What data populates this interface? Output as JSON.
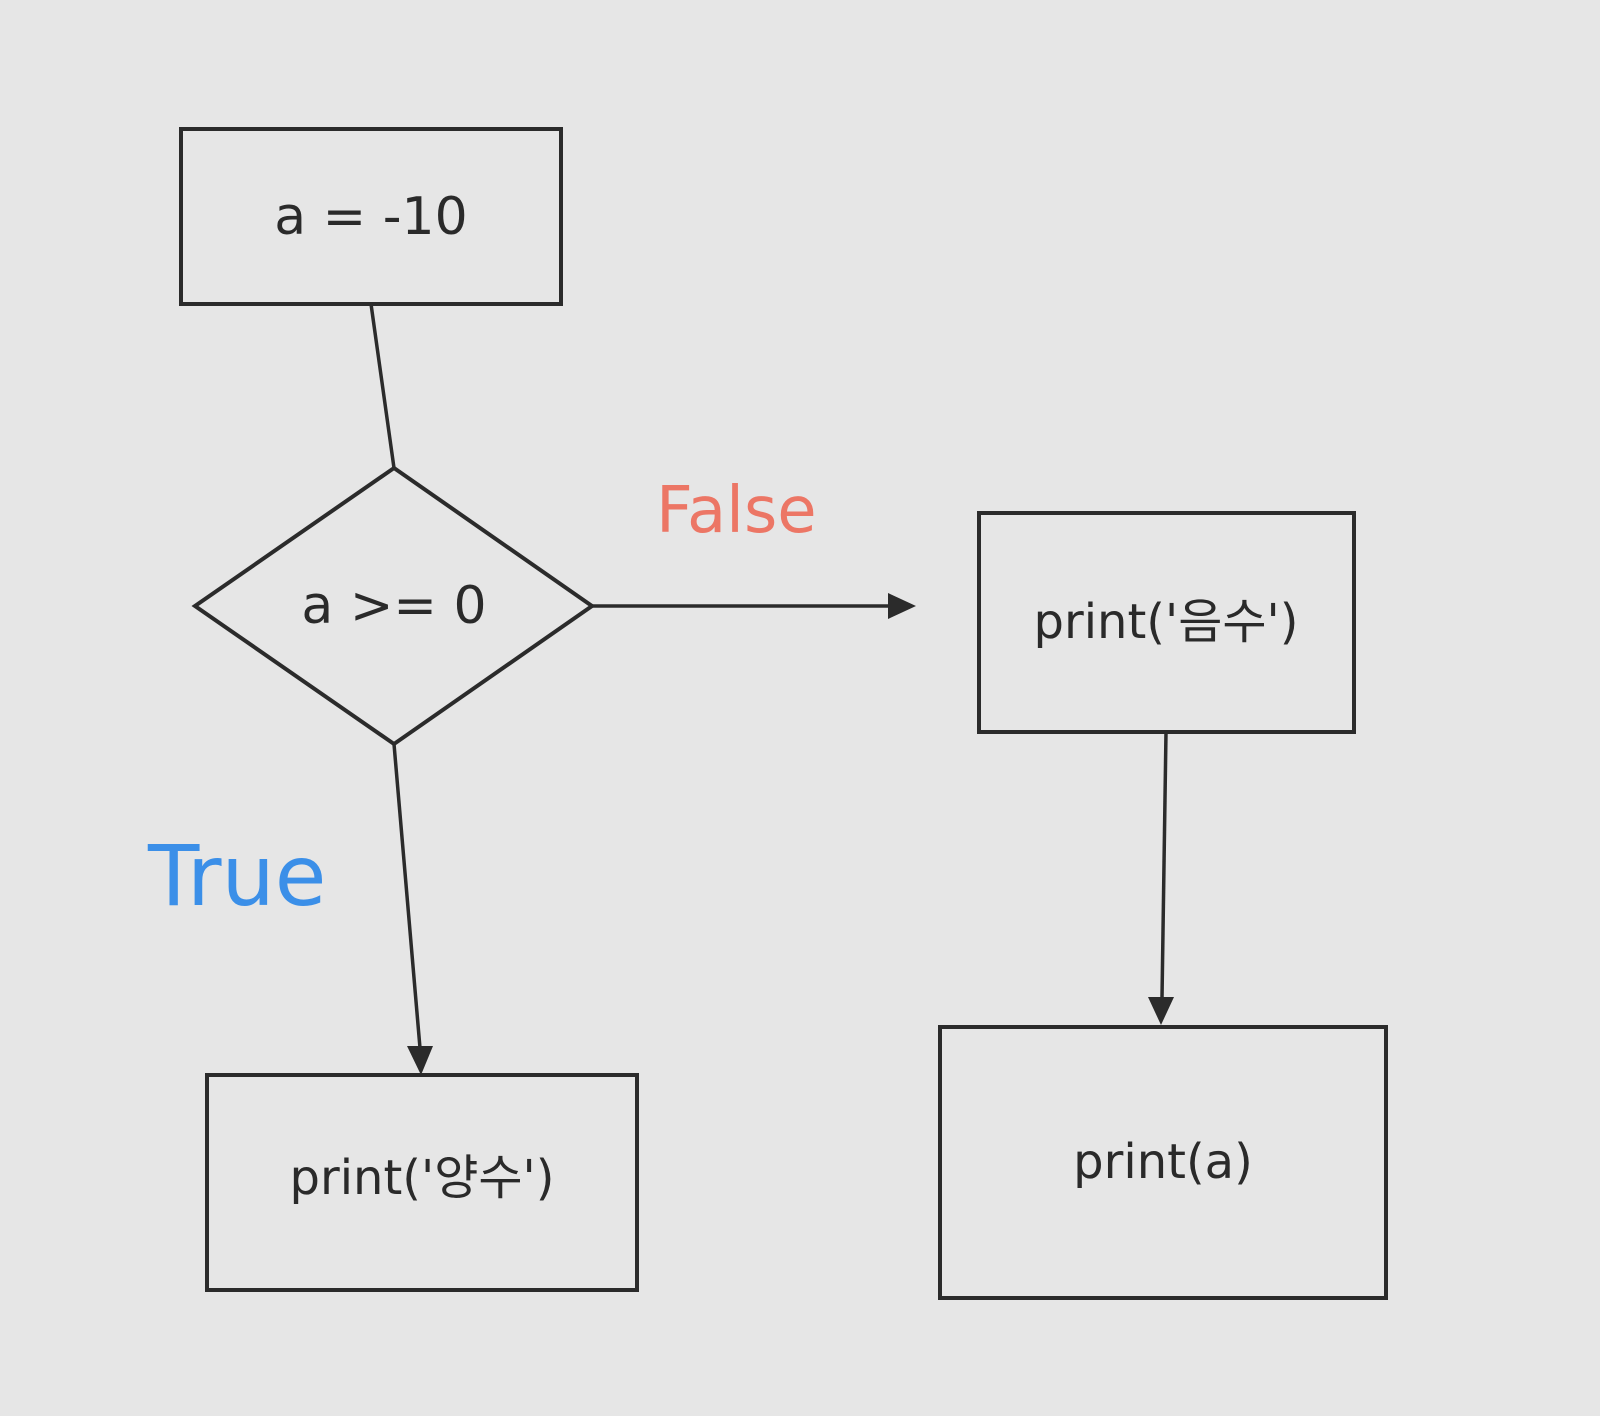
{
  "nodes": {
    "assign": {
      "text": "a = -10"
    },
    "condition": {
      "text": "a >= 0"
    },
    "print_true": {
      "text": "print('양수')"
    },
    "print_false": {
      "text": "print('음수')"
    },
    "print_a": {
      "text": "print(a)"
    }
  },
  "edges": {
    "true_label": "True",
    "false_label": "False"
  },
  "colors": {
    "background": "#e6e6e6",
    "stroke": "#2b2b2b",
    "true": "#3b8fe8",
    "false": "#ec7665"
  }
}
